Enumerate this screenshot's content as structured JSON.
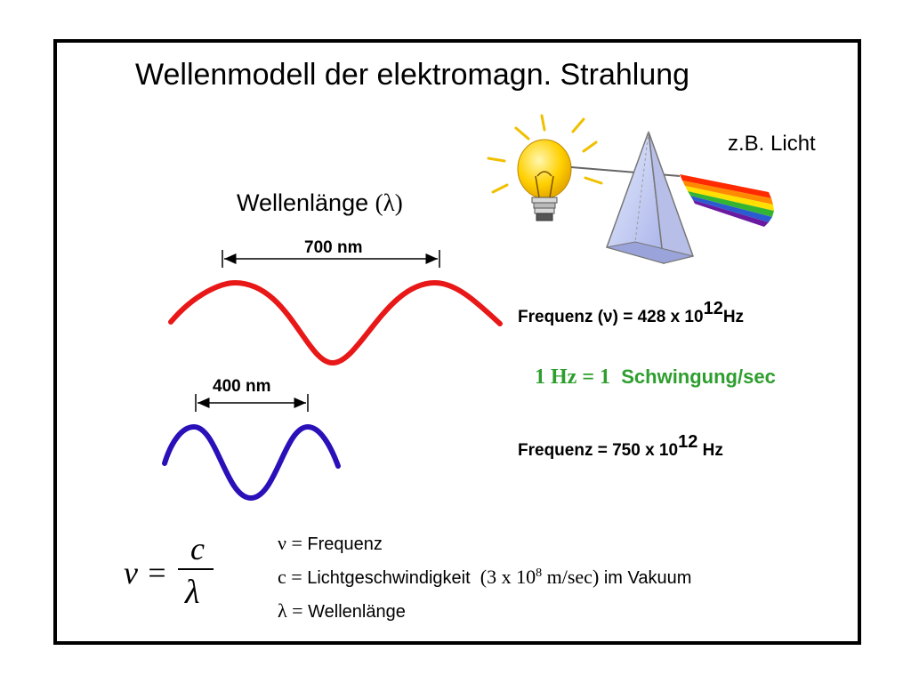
{
  "title": "Wellenmodell  der elektromagn. Strahlung",
  "example_label": "z.B. Licht",
  "wavelength": {
    "label": "Wellenlänge",
    "symbol": "(λ)",
    "long": "700 nm",
    "short": "400 nm"
  },
  "frequency_red": {
    "prefix": "Frequenz   (ν) = 428 x 10",
    "exponent": "12",
    "unit": "Hz"
  },
  "hz_definition": {
    "left": "1 Hz = 1",
    "right": "Schwingung/sec"
  },
  "frequency_blue": {
    "prefix": "Frequenz  = 750 x 10",
    "exponent": "12",
    "unit": " Hz"
  },
  "formula": {
    "lhs": "ν =",
    "numerator": "c",
    "denominator": "λ"
  },
  "legend": {
    "nu_symbol": "ν =",
    "nu_text": "Frequenz",
    "c_symbol": "c =",
    "c_text": "Lichtgeschwindigkeit",
    "c_value_prefix": "(3 x 10",
    "c_value_exp": "8",
    "c_value_suffix": " m/sec)",
    "c_tail": " im Vakuum",
    "lambda_symbol": "λ =",
    "lambda_text": "Wellenlänge"
  },
  "colors": {
    "red_wave": "#e81818",
    "blue_wave": "#2a10b8",
    "green_text": "#2e9e2e"
  },
  "icons": [
    "light-bulb-icon",
    "prism-icon",
    "spectrum-rays-icon"
  ]
}
